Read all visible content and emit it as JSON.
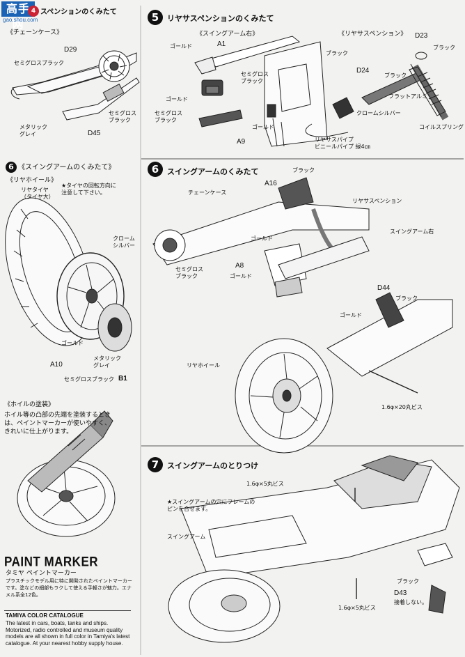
{
  "watermark": {
    "logo": "高手网",
    "url": "gao.shou.com"
  },
  "step4": {
    "title": "スペンションのくみたて",
    "sub": "《チェーンケース》",
    "parts": {
      "d29": "D29",
      "d45": "D45"
    },
    "labels": {
      "semigloss_black_1": "セミグロスブラック",
      "metallic_grey": "メタリック\nグレイ",
      "semigloss_black_2": "セミグロス\nブラック"
    }
  },
  "step5": {
    "num": "5",
    "title": "リヤサスペンションのくみたて",
    "sub_arm": "《スイングアーム右》",
    "sub_susp": "《リヤサスペンション》",
    "parts": {
      "a1": "A1",
      "a9": "A9",
      "d23": "D23",
      "d24": "D24"
    },
    "labels": {
      "gold_1": "ゴールド",
      "black_1": "ブラック",
      "semigloss_black": "セミグロス\nブラック",
      "gold_2": "ゴールド",
      "semigloss_black_2": "セミグロス\nブラック",
      "gold_3": "ゴールド",
      "black_2": "ブラック",
      "black_3": "ブラック",
      "flat_aluminum": "フラットアルミ",
      "chrome_silver": "クロームシルバー",
      "coil_spring": "コイルスプリング",
      "pipe": "リヤサスパイプ\nビニールパイプ 緑4㎝"
    }
  },
  "step6a": {
    "num": "6",
    "title": "《スイングアームのくみたて》",
    "sub": "《リヤホイール》",
    "labels": {
      "rear_tire": "リヤタイヤ\n（タイヤ大）",
      "direction": "★タイヤの回転方向に\n注意して下さい。",
      "chrome_silver": "クローム\nシルバー",
      "gold": "ゴールド",
      "metallic_grey": "メタリック\nグレイ",
      "semigloss_black": "セミグロスブラック"
    },
    "parts": {
      "a10": "A10",
      "b1": "B1"
    }
  },
  "paint_note": {
    "title": "《ホイルの塗装》",
    "body": "ホイル等の凸部の先端を塗装するとき\nは、ペイントマーカーが使いやすく、\nきれいに仕上がります。"
  },
  "paint_marker": {
    "title": "PAINT MARKER",
    "sub": "タミヤ ペイントマーカー",
    "body": "プラスチックモデル用に特に開発されたペイントマーカーです。塗などの細部もラクして使える手軽さが魅力。エナメル系全12色。"
  },
  "catalogue": {
    "title": "TAMIYA COLOR CATALOGUE",
    "body": "The latest in cars, boats, tanks and ships. Motorized, radio controlled and museum quality models are all shown in full color in Tamiya's latest catalogue. At your nearest hobby supply house."
  },
  "step6b": {
    "num": "6",
    "title": "スイングアームのくみたて",
    "parts": {
      "a16": "A16",
      "a8": "A8",
      "d44": "D44"
    },
    "labels": {
      "black_1": "ブラック",
      "chain_case": "チェーンケース",
      "rear_susp": "リヤサスペンション",
      "swingarm_right": "スイングアーム右",
      "gold_1": "ゴールド",
      "semigloss_black": "セミグロス\nブラック",
      "gold_2": "ゴールド",
      "black_2": "ブラック",
      "gold_3": "ゴールド",
      "rear_wheel": "リヤホイール",
      "screw": "1.6φ×20丸ビス"
    }
  },
  "step7": {
    "num": "7",
    "title": "スイングアームのとりつけ",
    "parts": {
      "d43": "D43"
    },
    "labels": {
      "screw_1": "1.6φ×5丸ビス",
      "note": "★スイングアームの穴にフレームの\nピンを合せます。",
      "swingarm": "スイングアーム",
      "black": "ブラック",
      "glue": "接着しない。",
      "screw_2": "1.6φ×5丸ビス"
    }
  }
}
